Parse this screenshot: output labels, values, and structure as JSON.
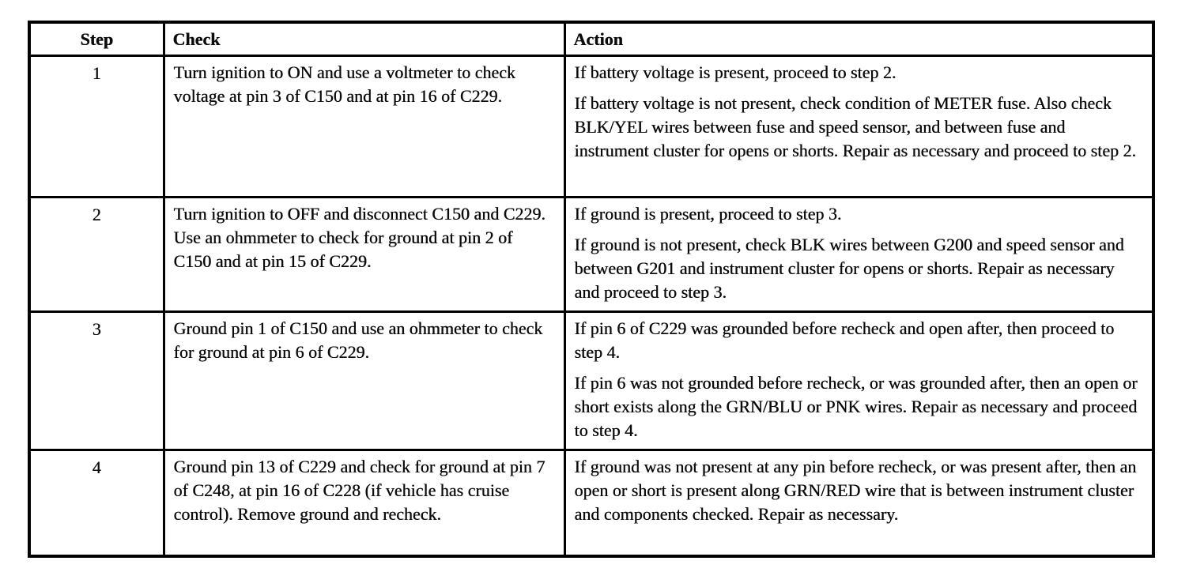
{
  "table": {
    "headers": {
      "step": "Step",
      "check": "Check",
      "action": "Action"
    },
    "rows": [
      {
        "step": "1",
        "check": "Turn ignition to ON and use a voltmeter to check voltage at pin 3 of C150 and at pin 16 of C229.",
        "actions": [
          "If battery voltage is present, proceed to step 2.",
          "If battery voltage is not present, check condition of METER fuse. Also check BLK/YEL wires between fuse and speed sensor, and between fuse and instrument cluster for opens or shorts. Repair as necessary and proceed to step 2."
        ]
      },
      {
        "step": "2",
        "check": "Turn ignition to OFF and disconnect C150 and C229. Use an ohmmeter to check for ground at pin 2 of C150 and at pin 15 of C229.",
        "actions": [
          "If ground is present, proceed to step 3.",
          "If ground is not present, check BLK wires between G200 and speed sensor and between G201 and instrument cluster for opens or shorts. Repair as necessary and proceed to step 3."
        ]
      },
      {
        "step": "3",
        "check": "Ground pin 1 of C150 and use an ohmmeter to check for ground at pin 6 of C229.",
        "actions": [
          "If pin 6 of C229 was grounded before recheck and open after, then proceed to step 4.",
          "If pin 6 was not grounded before recheck, or was grounded after, then an open or short exists along the GRN/BLU or PNK wires. Repair as necessary and proceed to step 4."
        ]
      },
      {
        "step": "4",
        "check": "Ground pin 13 of C229 and check for ground at pin 7 of C248, at pin 16 of C228 (if vehicle has cruise control). Remove ground and recheck.",
        "actions": [
          "If ground was not present at any pin before recheck, or was present after, then an open or short is present along GRN/RED wire that is between instrument cluster and components checked. Repair as necessary."
        ]
      }
    ]
  }
}
